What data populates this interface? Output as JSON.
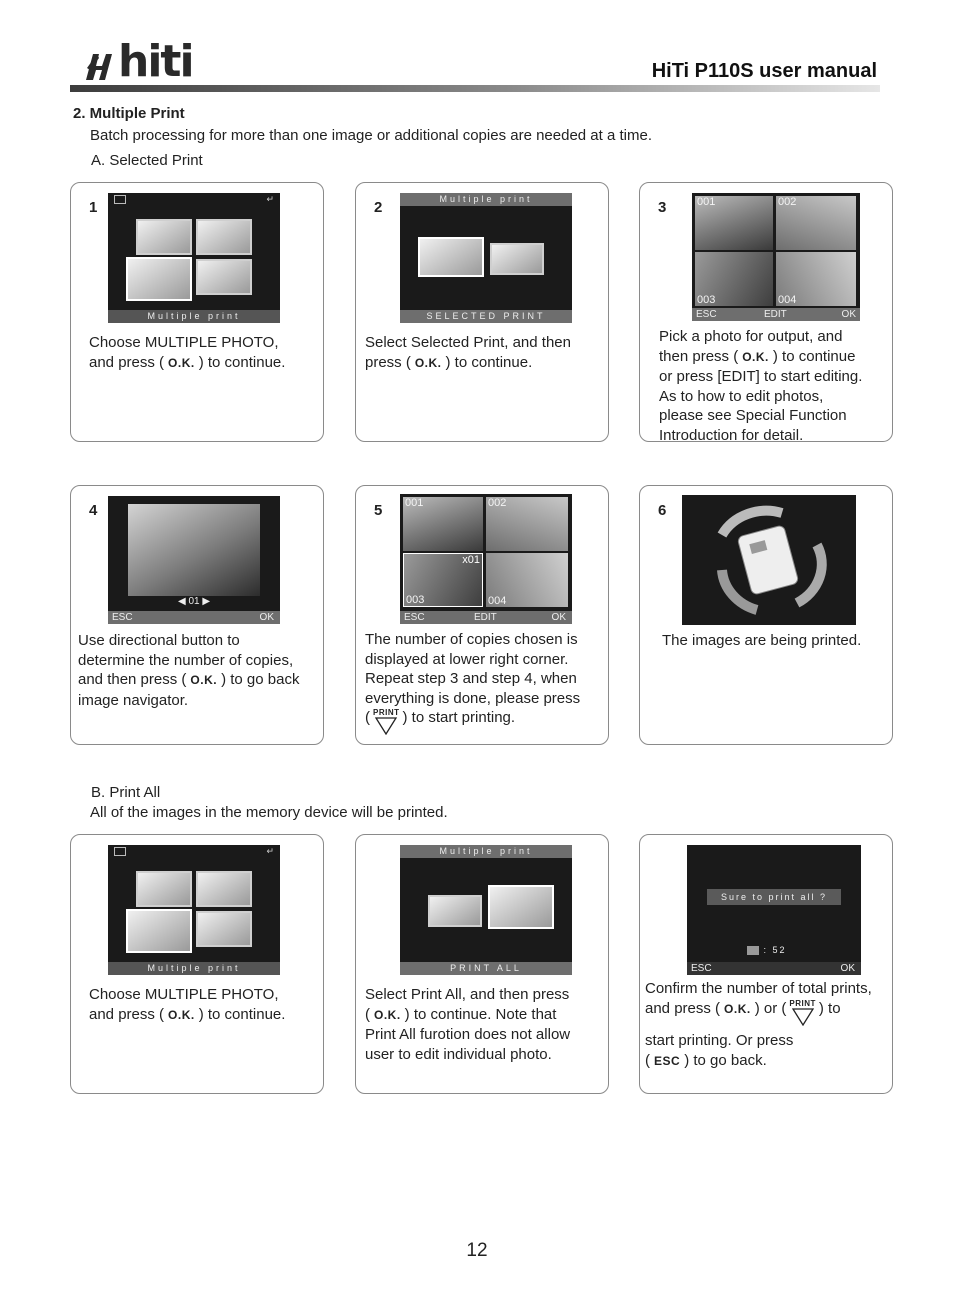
{
  "header": {
    "brand": "hiti",
    "manual_title": "HiTi P110S user manual"
  },
  "section": {
    "title": "2. Multiple Print",
    "intro": "Batch processing for more than one image or additional copies are needed at a time.",
    "sub_a": "A. Selected Print",
    "sub_b": "B. Print All",
    "sub_b_desc": "All of the images in the memory device will be printed."
  },
  "keys": {
    "ok": "O.K.",
    "print": "PRINT",
    "esc": "ESC"
  },
  "screens": {
    "multiple_print": "Multiple print",
    "selected_print": "SELECTED PRINT",
    "print_all": "PRINT ALL",
    "esc": "ESC",
    "edit": "EDIT",
    "ok": "OK",
    "copies": "01",
    "copies_badge": "x01",
    "thumb_labels": [
      "001",
      "002",
      "003",
      "004"
    ],
    "confirm_text": "Sure to print all ?",
    "count": ": 52"
  },
  "steps_a": [
    {
      "num": "1",
      "l1": "Choose MULTIPLE PHOTO,",
      "l2a": "and press (",
      "l2b": ") to continue."
    },
    {
      "num": "2",
      "l1": "Select Selected Print, and then",
      "l2a": "press (",
      "l2b": ") to continue."
    },
    {
      "num": "3",
      "l1": "Pick a photo for output, and",
      "l2a": "then press (",
      "l2b": ") to continue",
      "l3": "or press [EDIT] to start editing.",
      "l4": " As to how to edit photos,",
      "l5": "please see Special Function",
      "l6": "Introduction for detail."
    },
    {
      "num": "4",
      "l1": "Use directional button to",
      "l2": "determine the number of copies,",
      "l3a": "and then press (",
      "l3b": ") to go back",
      "l4": "image navigator."
    },
    {
      "num": "5",
      "l1": "The number of copies chosen is",
      "l2": "displayed at lower right corner.",
      "l3": "Repeat step 3 and step 4, when",
      "l4": "everything is done, please press",
      "l5a": "(",
      "l5b": ") to start printing."
    },
    {
      "num": "6",
      "l1": "The images are being printed."
    }
  ],
  "steps_b": [
    {
      "l1": "Choose MULTIPLE PHOTO,",
      "l2a": "and press (",
      "l2b": ") to continue."
    },
    {
      "l1": "Select Print All, and then press",
      "l2a": "(",
      "l2b": ") to continue. Note that",
      "l3": "Print All furotion does not allow",
      "l4": "user to edit individual photo."
    },
    {
      "l1": "Confirm the number of total prints,",
      "l2a": "and press (",
      "l2b": ") or (",
      "l2c": ") to",
      "l3": "start printing. Or press",
      "l4a": "(",
      "l4b": ") to go back."
    }
  ],
  "page_number": "12"
}
